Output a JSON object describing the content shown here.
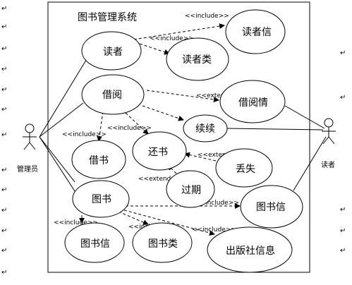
{
  "diagram": {
    "title": "图书管理系统",
    "actors": {
      "admin": "管理员",
      "reader": "读者"
    },
    "use_cases": {
      "reader": "读者",
      "reader_info": "读者信",
      "reader_type": "读者类",
      "borrow": "借阅",
      "borrow_info": "借阅情",
      "renew": "续续",
      "lend_book": "借书",
      "return_book": "还书",
      "lost": "丢失",
      "overdue": "过期",
      "book": "图书",
      "book_info_right": "图书信",
      "book_info": "图书信",
      "book_type": "图书类",
      "publisher_info": "出版社信息"
    },
    "stereotypes": {
      "include": "<<include>>",
      "extend": "<<extend>>"
    },
    "paragraph_mark": "↵"
  }
}
